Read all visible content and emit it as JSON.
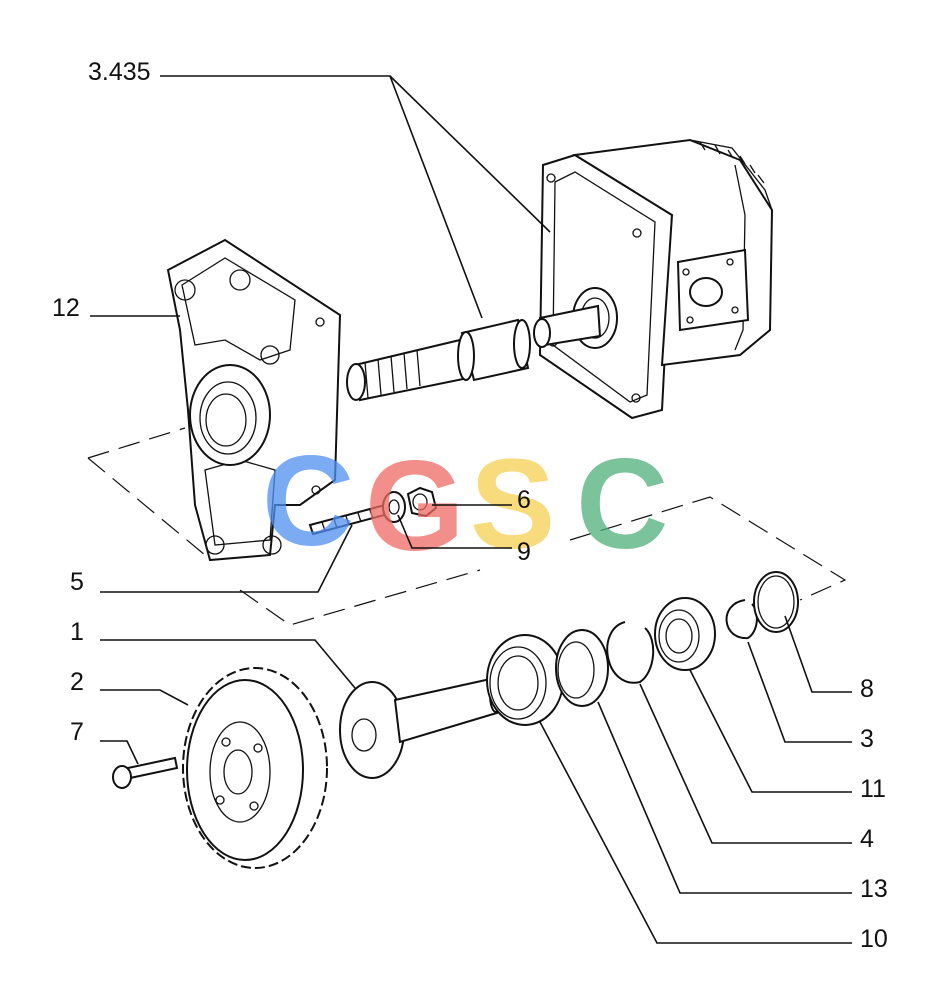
{
  "diagram": {
    "callouts": [
      {
        "id": "3.435",
        "text": "3.435"
      },
      {
        "id": "12",
        "text": "12"
      },
      {
        "id": "6",
        "text": "6"
      },
      {
        "id": "9",
        "text": "9"
      },
      {
        "id": "5",
        "text": "5"
      },
      {
        "id": "1",
        "text": "1"
      },
      {
        "id": "2",
        "text": "2"
      },
      {
        "id": "7",
        "text": "7"
      },
      {
        "id": "8",
        "text": "8"
      },
      {
        "id": "3",
        "text": "3"
      },
      {
        "id": "11",
        "text": "11"
      },
      {
        "id": "4",
        "text": "4"
      },
      {
        "id": "13",
        "text": "13"
      },
      {
        "id": "10",
        "text": "10"
      }
    ]
  },
  "watermark": {
    "letters": [
      "C",
      "G",
      "S",
      "C"
    ],
    "colors": [
      "#4f8ff0",
      "#ee6a63",
      "#f6cf52",
      "#4fb07a"
    ]
  }
}
